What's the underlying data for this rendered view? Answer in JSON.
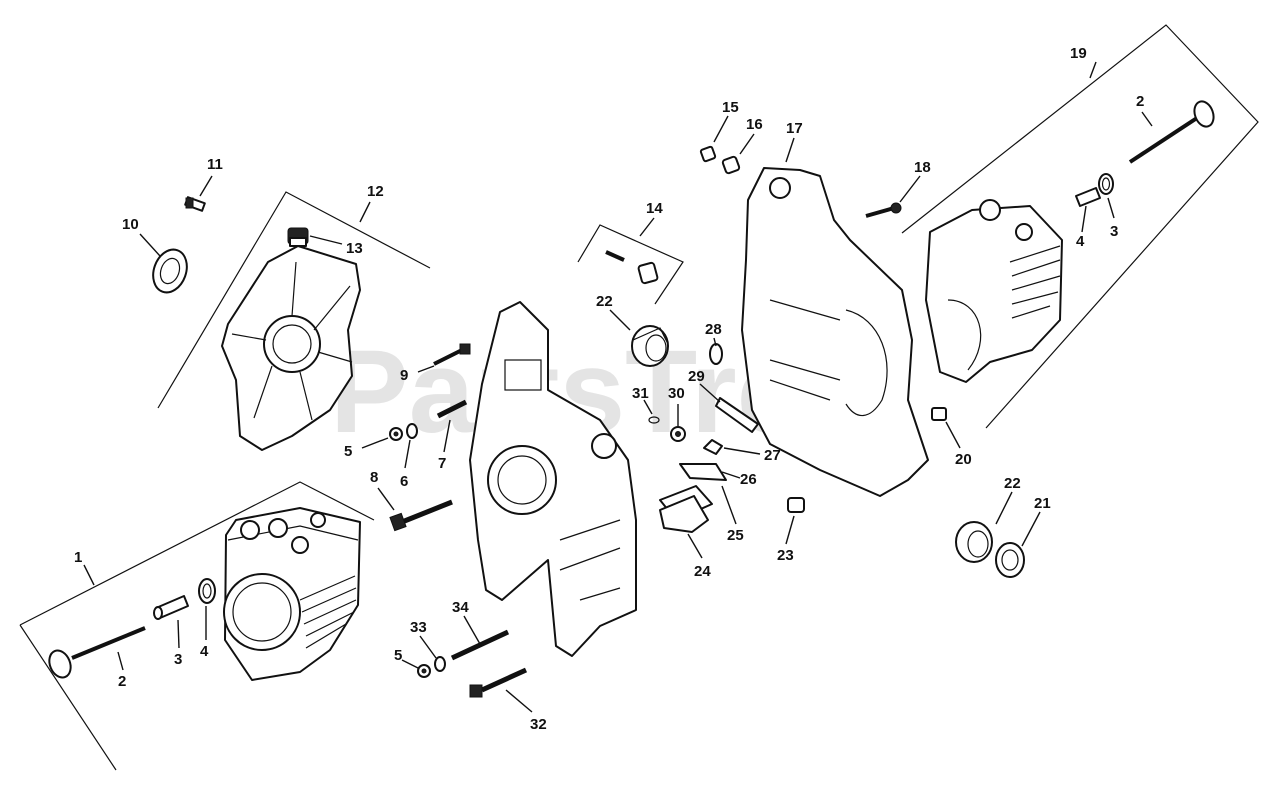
{
  "diagram": {
    "watermark": "PartsTree",
    "callouts": [
      {
        "id": "c1",
        "label": "1"
      },
      {
        "id": "c2a",
        "label": "2"
      },
      {
        "id": "c3a",
        "label": "3"
      },
      {
        "id": "c4a",
        "label": "4"
      },
      {
        "id": "c5a",
        "label": "5"
      },
      {
        "id": "c6",
        "label": "6"
      },
      {
        "id": "c7",
        "label": "7"
      },
      {
        "id": "c8",
        "label": "8"
      },
      {
        "id": "c9",
        "label": "9"
      },
      {
        "id": "c10",
        "label": "10"
      },
      {
        "id": "c11",
        "label": "11"
      },
      {
        "id": "c12",
        "label": "12"
      },
      {
        "id": "c13",
        "label": "13"
      },
      {
        "id": "c14",
        "label": "14"
      },
      {
        "id": "c15",
        "label": "15"
      },
      {
        "id": "c16",
        "label": "16"
      },
      {
        "id": "c17",
        "label": "17"
      },
      {
        "id": "c18",
        "label": "18"
      },
      {
        "id": "c19",
        "label": "19"
      },
      {
        "id": "c2b",
        "label": "2"
      },
      {
        "id": "c3b",
        "label": "3"
      },
      {
        "id": "c4b",
        "label": "4"
      },
      {
        "id": "c20",
        "label": "20"
      },
      {
        "id": "c21",
        "label": "21"
      },
      {
        "id": "c22a",
        "label": "22"
      },
      {
        "id": "c22b",
        "label": "22"
      },
      {
        "id": "c23",
        "label": "23"
      },
      {
        "id": "c24",
        "label": "24"
      },
      {
        "id": "c25",
        "label": "25"
      },
      {
        "id": "c26",
        "label": "26"
      },
      {
        "id": "c27",
        "label": "27"
      },
      {
        "id": "c28",
        "label": "28"
      },
      {
        "id": "c29",
        "label": "29"
      },
      {
        "id": "c30",
        "label": "30"
      },
      {
        "id": "c31",
        "label": "31"
      },
      {
        "id": "c32",
        "label": "32"
      },
      {
        "id": "c33",
        "label": "33"
      },
      {
        "id": "c34",
        "label": "34"
      },
      {
        "id": "c5b",
        "label": "5"
      }
    ]
  }
}
